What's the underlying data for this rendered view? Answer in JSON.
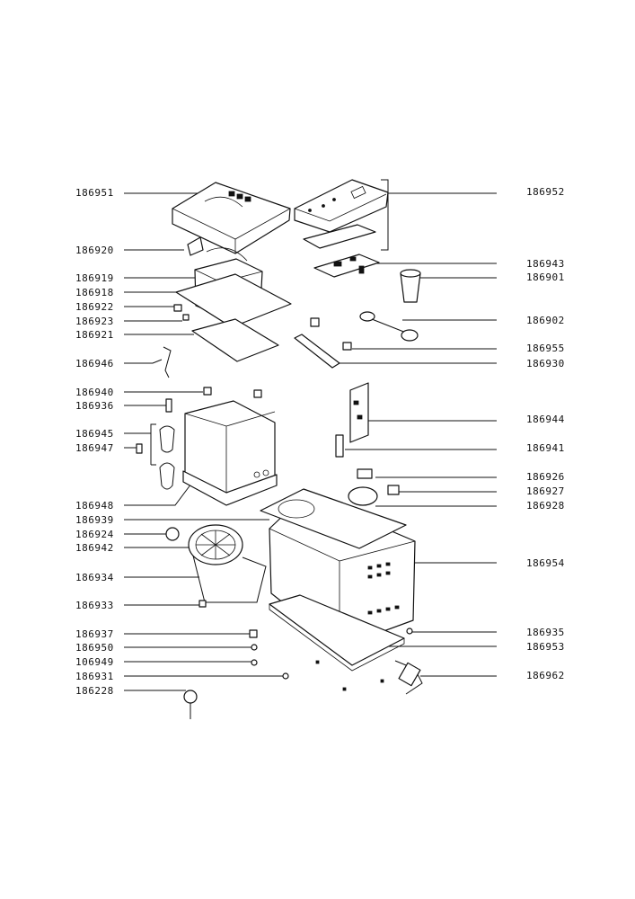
{
  "left_labels": [
    "186951",
    "186920",
    "186919",
    "186918",
    "186922",
    "186923",
    "186921",
    "186946",
    "186940",
    "186936",
    "186945",
    "186947",
    "186948",
    "186939",
    "186924",
    "186942",
    "186934",
    "186933",
    "186937",
    "186950",
    "106949",
    "186931",
    "186228"
  ],
  "right_labels": [
    "186952",
    "186943",
    "186901",
    "186902",
    "186955",
    "186930",
    "186944",
    "186941",
    "186926",
    "186927",
    "186928",
    "186954",
    "186935",
    "186953",
    "186962"
  ]
}
